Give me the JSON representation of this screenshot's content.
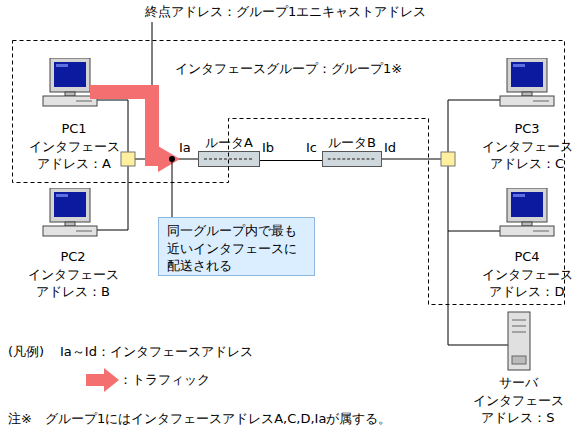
{
  "diagram": {
    "nodes": [
      {
        "text": [
          "インタフェースグループ：グループ1※"
        ]
      },
      {
        "text": [
          "PC1",
          "インタフェース アドレス：A"
        ],
        "in": 0
      },
      {
        "text": [
          "PC3",
          "インタフェース アドレス：C"
        ],
        "in": 0
      },
      {
        "text": [
          "PC4",
          "インタフェース アドレス：D"
        ],
        "in": 0
      },
      {
        "text": [
          "ルータA"
        ]
      },
      {
        "text": [
          "ルータB"
        ]
      },
      {
        "text": [
          "PC2",
          "インタフェース アドレス：B"
        ]
      },
      {
        "text": [
          "同一グループ内で最も近いインタフェースに配送される"
        ]
      },
      {
        "text": [
          "サーバ",
          "インタフェース アドレス：S"
        ]
      }
    ],
    "edges": [
      {
        "from": 4,
        "to": 5,
        "arrow": "none"
      }
    ],
    "labels": [
      "終点アドレス：グループ1エニキャストアドレス",
      "Ia",
      "Ib",
      "Ic",
      "Id",
      "(凡例)",
      "注※　グループ1にはインタフェースアドレスA,C,D,Iaが属する。"
    ],
    "legend": [
      {
        "text": "Ia～Id：インタフェースアドレス"
      },
      {
        "text": "：トラフィック"
      }
    ]
  }
}
